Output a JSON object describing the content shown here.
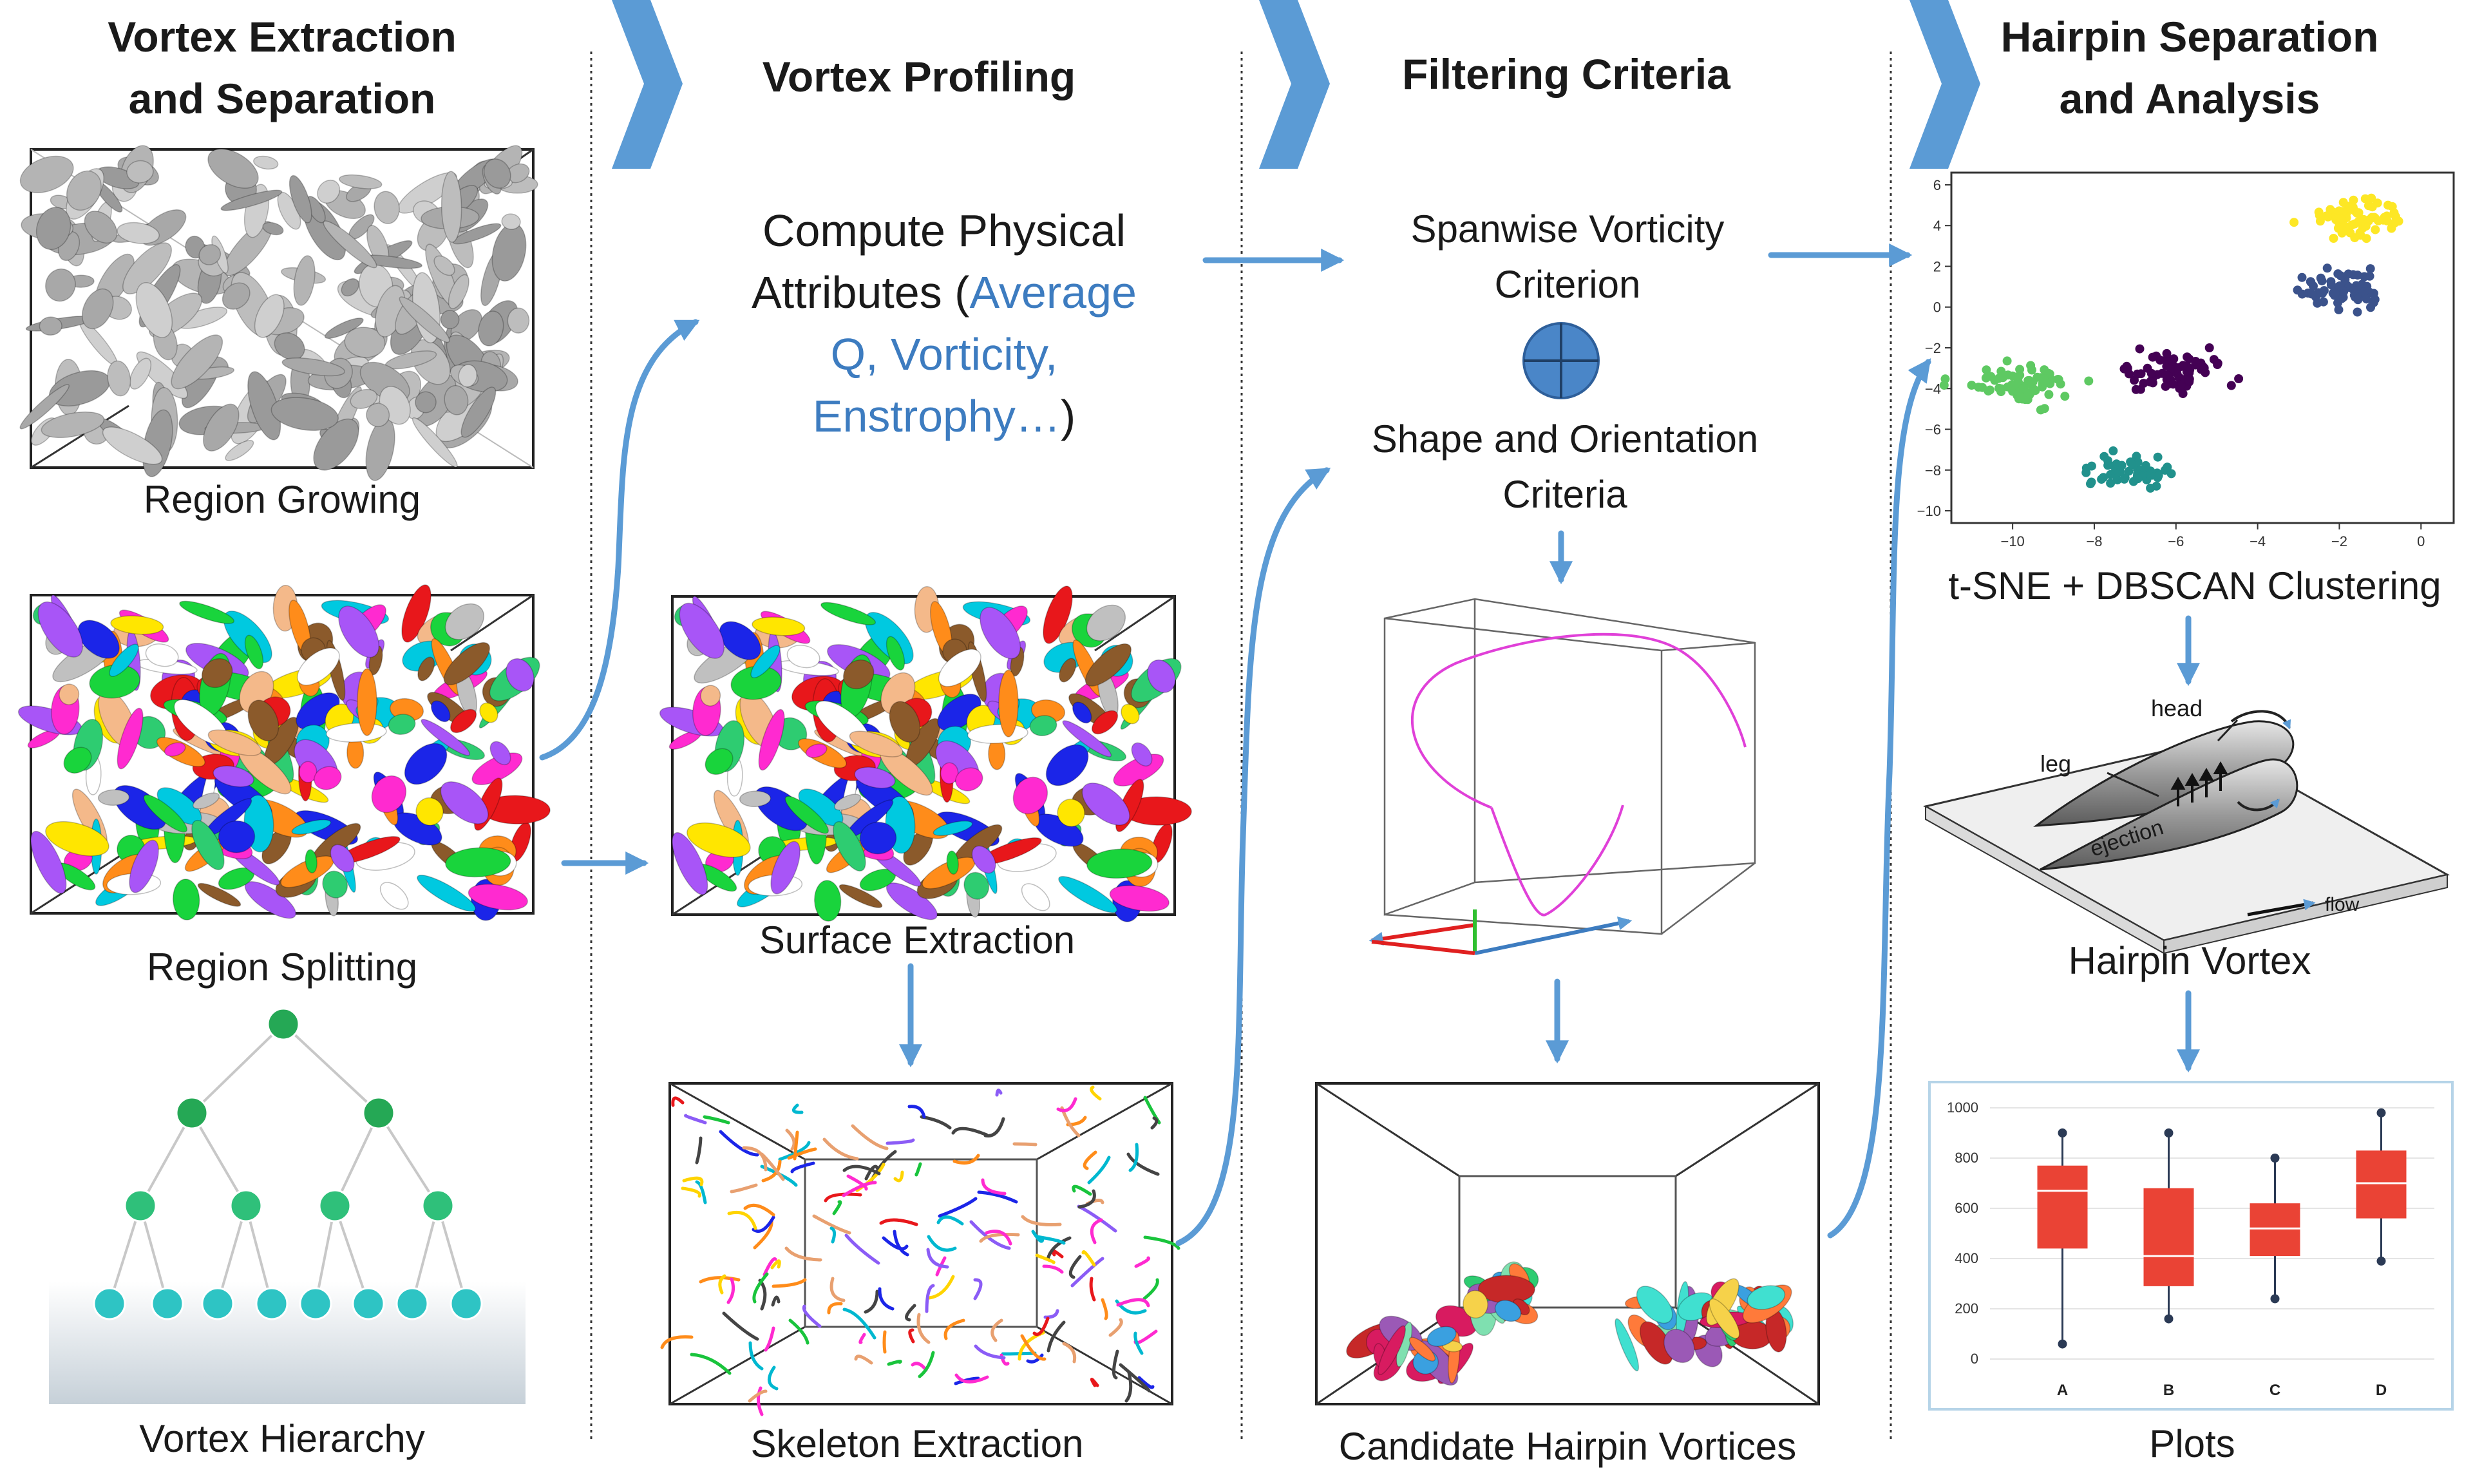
{
  "colors": {
    "accent": "#5b9bd5",
    "attr_blue": "#3d7cc0",
    "cluster": [
      "#440154",
      "#3b528b",
      "#21918c",
      "#5ec962",
      "#fde725"
    ],
    "box": "#ea4335"
  },
  "columns": [
    {
      "title_lines": [
        "Vortex Extraction",
        "and Separation"
      ]
    },
    {
      "title_lines": [
        "Vortex Profiling"
      ]
    },
    {
      "title_lines": [
        "Filtering Criteria"
      ]
    },
    {
      "title_lines": [
        "Hairpin Separation",
        "and Analysis"
      ]
    }
  ],
  "col1": {
    "region_growing": "Region Growing",
    "region_splitting": "Region Splitting",
    "vortex_hierarchy": "Vortex Hierarchy"
  },
  "col2": {
    "compute_line1": "Compute Physical",
    "compute_line2_black": "Attributes (",
    "compute_line2_blue": "Average",
    "compute_line3": "Q, Vorticity,",
    "compute_line4_blue": "Enstrophy…",
    "compute_line4_black": ")",
    "surface_extraction": "Surface Extraction",
    "skeleton_extraction": "Skeleton Extraction"
  },
  "col3": {
    "spanwise_lines": [
      "Spanwise Vorticity",
      "Criterion"
    ],
    "shape_lines": [
      "Shape and Orientation",
      "Criteria"
    ],
    "candidate": "Candidate Hairpin Vortices"
  },
  "col4": {
    "tsne_caption": "t-SNE + DBSCAN Clustering",
    "hairpin_caption": "Hairpin Vortex",
    "plots_caption": "Plots",
    "hairpin_labels": {
      "head": "head",
      "leg": "leg",
      "ejection": "ejection",
      "flow": "flow"
    }
  },
  "chart_data": [
    {
      "type": "scatter",
      "title": "",
      "xlabel": "",
      "ylabel": "",
      "xlim": [
        -11.5,
        0.8
      ],
      "ylim": [
        -10.6,
        6.6
      ],
      "xticks": [
        "−10",
        "−8",
        "−6",
        "−4",
        "−2",
        "0"
      ],
      "yticks": [
        "6",
        "4",
        "2",
        "0",
        "−2",
        "−4",
        "−6",
        "−8",
        "−10"
      ],
      "series": [
        {
          "center": [
            -1.6,
            4.3
          ],
          "spread": [
            1.0,
            0.9
          ],
          "count": 70,
          "color": "#fde725"
        },
        {
          "center": [
            -1.9,
            0.8
          ],
          "spread": [
            1.0,
            0.8
          ],
          "count": 70,
          "color": "#3b528b"
        },
        {
          "center": [
            -6.1,
            -3.0
          ],
          "spread": [
            1.1,
            0.9
          ],
          "count": 70,
          "color": "#440154"
        },
        {
          "center": [
            -9.9,
            -3.9
          ],
          "spread": [
            1.1,
            0.9
          ],
          "count": 70,
          "color": "#5ec962"
        },
        {
          "center": [
            -7.1,
            -8.1
          ],
          "spread": [
            1.0,
            0.8
          ],
          "count": 60,
          "color": "#21918c"
        }
      ]
    },
    {
      "type": "box",
      "title": "",
      "xlabel": "",
      "ylabel": "",
      "ylim": [
        0,
        1000
      ],
      "yticks": [
        0,
        200,
        400,
        600,
        800,
        1000
      ],
      "categories": [
        "A",
        "B",
        "C",
        "D"
      ],
      "boxes": [
        {
          "min": 60,
          "q1": 440,
          "median": 670,
          "q3": 770,
          "max": 900
        },
        {
          "min": 160,
          "q1": 290,
          "median": 410,
          "q3": 680,
          "max": 900
        },
        {
          "min": 240,
          "q1": 410,
          "median": 520,
          "q3": 620,
          "max": 800
        },
        {
          "min": 390,
          "q1": 560,
          "median": 700,
          "q3": 830,
          "max": 980
        }
      ]
    }
  ]
}
